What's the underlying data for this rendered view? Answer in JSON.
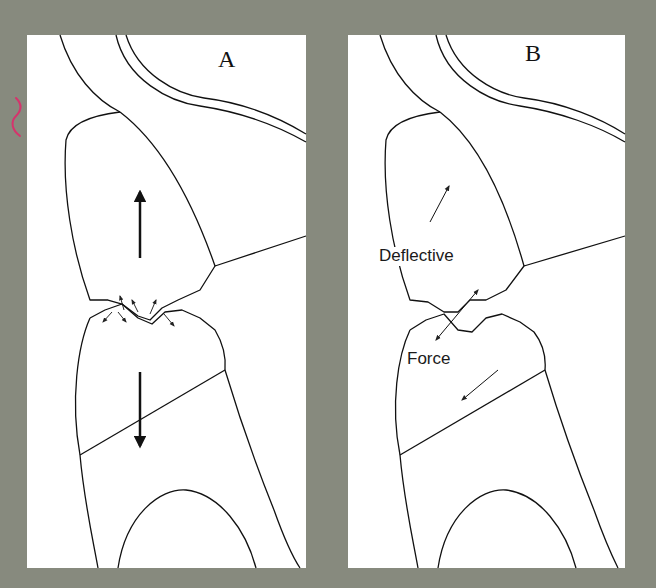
{
  "diagram": {
    "nodes": [
      {
        "text": [
          "A"
        ]
      },
      {
        "text": [
          "B"
        ]
      }
    ],
    "labels": [
      "Deflective",
      "Force"
    ]
  }
}
